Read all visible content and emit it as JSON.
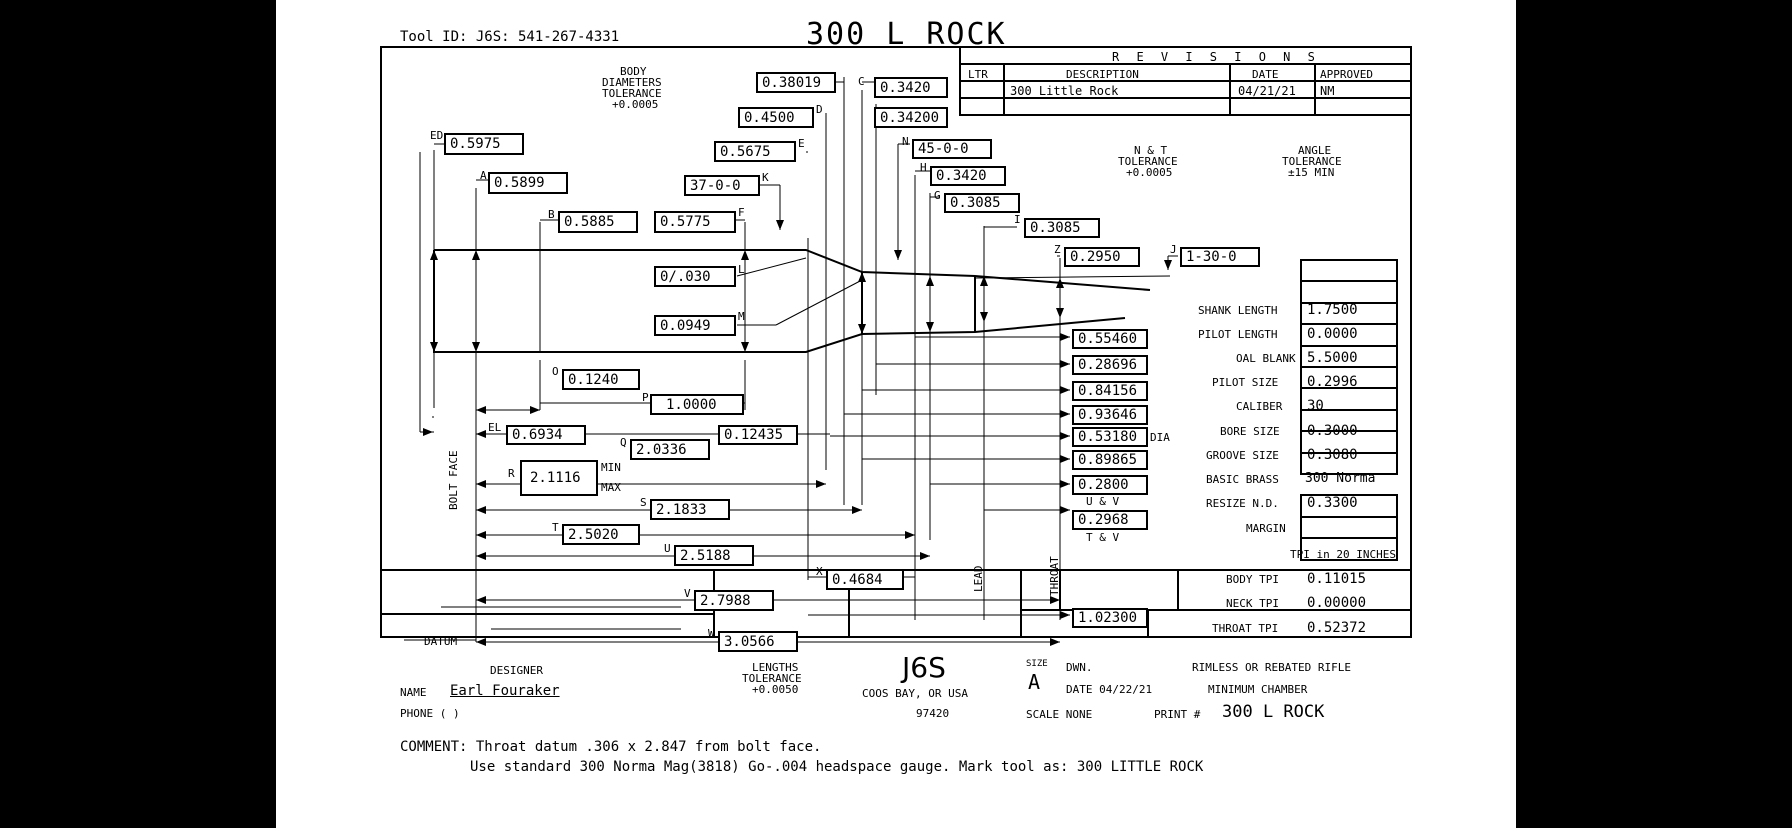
{
  "header": {
    "tool_id": "Tool ID: J6S: 541-267-4331",
    "title": "300 L ROCK"
  },
  "revisions": {
    "heading": "R E V I S I O N S",
    "columns": [
      "LTR",
      "DESCRIPTION",
      "DATE",
      "APPROVED"
    ],
    "rows": [
      {
        "ltr": "",
        "description": "300 Little Rock",
        "date": "04/21/21",
        "approved": "NM"
      }
    ]
  },
  "notes": {
    "body_diam_tol": [
      "BODY",
      "DIAMETERS",
      "TOLERANCE",
      "+0.0005"
    ],
    "nt_tol": [
      "N & T",
      "TOLERANCE",
      "+0.0005"
    ],
    "angle_tol": [
      "ANGLE",
      "TOLERANCE",
      "±15 MIN"
    ]
  },
  "diameters": [
    {
      "letter": "ED",
      "value": "0.5975"
    },
    {
      "letter": "A",
      "value": "0.5899"
    },
    {
      "letter": "B",
      "value": "0.5885"
    },
    {
      "letter": "F",
      "value": "0.5775"
    },
    {
      "letter": "K",
      "value": "37-0-0"
    },
    {
      "letter": "E",
      "value": "0.5675"
    },
    {
      "letter": "D",
      "value": "0.4500"
    },
    {
      "letter": "",
      "value": "0.38019"
    },
    {
      "letter": "C",
      "value": "0.3420"
    },
    {
      "letter": "",
      "value": "0.34200"
    },
    {
      "letter": "N",
      "value": "45-0-0"
    },
    {
      "letter": "H",
      "value": "0.3420"
    },
    {
      "letter": "G",
      "value": "0.3085"
    },
    {
      "letter": "I",
      "value": "0.3085"
    },
    {
      "letter": "Z",
      "value": "0.2950"
    },
    {
      "letter": "J",
      "value": "1-30-0"
    },
    {
      "letter": "L",
      "value": "0/.030"
    },
    {
      "letter": "M",
      "value": "0.0949"
    }
  ],
  "lengths": [
    {
      "letter": "O",
      "value": "0.1240"
    },
    {
      "letter": "P",
      "value": "1.0000"
    },
    {
      "letter": "EL",
      "value": "0.6934"
    },
    {
      "letter": "Q",
      "value": "2.0336"
    },
    {
      "letter": "",
      "value": "0.12435"
    },
    {
      "letter": "R",
      "value": "2.1116"
    },
    {
      "letter": "S",
      "value": "2.1833"
    },
    {
      "letter": "T",
      "value": "2.5020"
    },
    {
      "letter": "U",
      "value": "2.5188"
    },
    {
      "letter": "X",
      "value": "0.4684"
    },
    {
      "letter": "V",
      "value": "2.7988"
    },
    {
      "letter": "W",
      "value": "3.0566"
    }
  ],
  "min_max": [
    "MIN",
    "MAX"
  ],
  "right_values": [
    "0.55460",
    "0.28696",
    "0.84156",
    "0.93646",
    "0.53180",
    "0.89865",
    "0.2800",
    "0.2968",
    "1.02300"
  ],
  "right_suffixes": {
    "dia": "DIA",
    "uv": "U & V",
    "tv": "T & V"
  },
  "vertical_labels": {
    "bolt_face": "BOLT FACE",
    "lead": "LEAD",
    "throat": "THROAT",
    "datum": "DATUM"
  },
  "specs": [
    {
      "label": "SHANK LENGTH",
      "value": "1.7500"
    },
    {
      "label": "PILOT LENGTH",
      "value": "0.0000"
    },
    {
      "label": "OAL BLANK",
      "value": "5.5000"
    },
    {
      "label": "PILOT SIZE",
      "value": "0.2996"
    },
    {
      "label": "CALIBER",
      "value": "30"
    },
    {
      "label": "BORE SIZE",
      "value": "0.3000"
    },
    {
      "label": "GROOVE SIZE",
      "value": "0.3080"
    },
    {
      "label": "BASIC BRASS",
      "value": "300 Norma"
    },
    {
      "label": "RESIZE N.D.",
      "value": "0.3300"
    },
    {
      "label": "MARGIN",
      "value": ""
    }
  ],
  "tpi": {
    "heading": "TPI in 20 INCHES",
    "rows": [
      {
        "label": "BODY TPI",
        "value": "0.11015"
      },
      {
        "label": "NECK TPI",
        "value": "0.00000"
      },
      {
        "label": "THROAT TPI",
        "value": "0.52372"
      }
    ]
  },
  "title_block": {
    "designer_heading": "DESIGNER",
    "name_label": "NAME",
    "name_value": "Earl Fouraker",
    "phone_label": "PHONE (     )",
    "lengths_tol": [
      "LENGTHS",
      "TOLERANCE",
      "+0.0050"
    ],
    "company": "J6S",
    "location": "COOS BAY, OR USA",
    "zip": "97420",
    "size_label": "SIZE",
    "size_value": "A",
    "dwn_label": "DWN.",
    "date_label": "DATE 04/22/21",
    "scale_label": "SCALE  NONE",
    "print_label": "PRINT #",
    "print_value": "300 L ROCK",
    "desc1": "RIMLESS OR REBATED RIFLE",
    "desc2": "MINIMUM CHAMBER"
  },
  "comment": {
    "line1": "COMMENT: Throat datum .306 x 2.847 from bolt face.",
    "line2": "Use standard 300 Norma Mag(3818) Go-.004 headspace gauge. Mark tool as: 300 LITTLE ROCK"
  }
}
